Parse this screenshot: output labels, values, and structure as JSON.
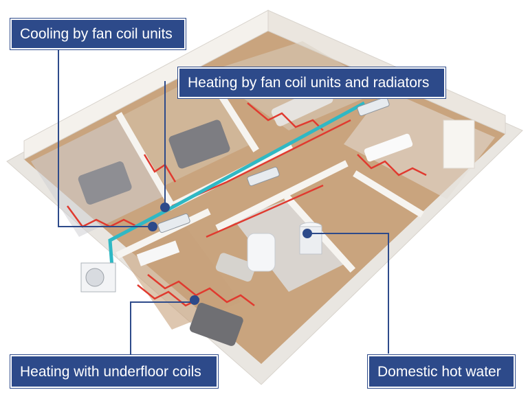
{
  "labels": {
    "cooling": "Cooling by fan coil units",
    "heating_fan": "Heating by fan coil units and radiators",
    "underfloor": "Heating with underfloor coils",
    "hot_water": "Domestic hot water"
  },
  "colors": {
    "label_bg": "#2d4a8a",
    "connector": "#2d4a8a",
    "pipe_cooling": "#2fb8c4",
    "pipe_heating": "#e03a2f",
    "floor_wood": "#b08a66",
    "wall": "#f2efea"
  },
  "icons": [
    "outdoor-unit",
    "fan-coil-unit",
    "hot-water-tank",
    "bed",
    "sofa",
    "dining-table",
    "bathtub",
    "kitchen"
  ]
}
